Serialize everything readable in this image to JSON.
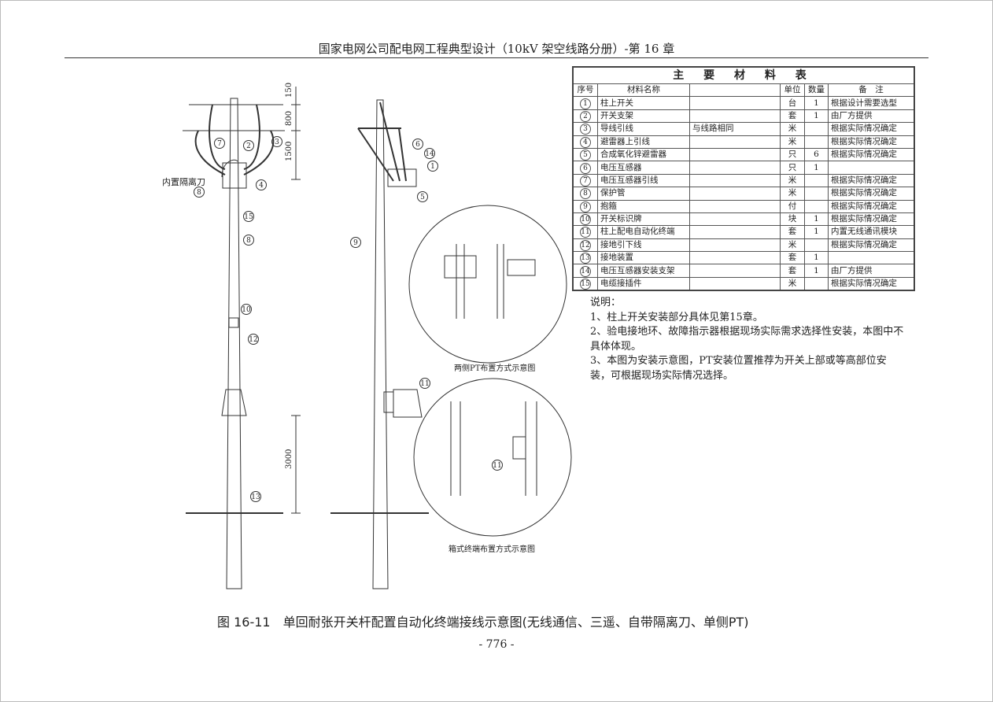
{
  "header": {
    "title": "国家电网公司配电网工程典型设计（10kV 架空线路分册）-第 16 章"
  },
  "table": {
    "title": "主 要 材 料 表",
    "columns": [
      "序号",
      "材料名称",
      "",
      "单位",
      "数量",
      "备　注"
    ],
    "rows": [
      {
        "no": "1",
        "name": "柱上开关",
        "spec": "",
        "unit": "台",
        "qty": "1",
        "remark": "根据设计需要选型"
      },
      {
        "no": "2",
        "name": "开关支架",
        "spec": "",
        "unit": "套",
        "qty": "1",
        "remark": "由厂方提供"
      },
      {
        "no": "3",
        "name": "导线引线",
        "spec": "与线路相同",
        "unit": "米",
        "qty": "",
        "remark": "根据实际情况确定"
      },
      {
        "no": "4",
        "name": "避雷器上引线",
        "spec": "",
        "unit": "米",
        "qty": "",
        "remark": "根据实际情况确定"
      },
      {
        "no": "5",
        "name": "合成氧化锌避雷器",
        "spec": "",
        "unit": "只",
        "qty": "6",
        "remark": "根据实际情况确定"
      },
      {
        "no": "6",
        "name": "电压互感器",
        "spec": "",
        "unit": "只",
        "qty": "1",
        "remark": ""
      },
      {
        "no": "7",
        "name": "电压互感器引线",
        "spec": "",
        "unit": "米",
        "qty": "",
        "remark": "根据实际情况确定"
      },
      {
        "no": "8",
        "name": "保护管",
        "spec": "",
        "unit": "米",
        "qty": "",
        "remark": "根据实际情况确定"
      },
      {
        "no": "9",
        "name": "抱箍",
        "spec": "",
        "unit": "付",
        "qty": "",
        "remark": "根据实际情况确定"
      },
      {
        "no": "10",
        "name": "开关标识牌",
        "spec": "",
        "unit": "块",
        "qty": "1",
        "remark": "根据实际情况确定"
      },
      {
        "no": "11",
        "name": "柱上配电自动化终端",
        "spec": "",
        "unit": "套",
        "qty": "1",
        "remark": "内置无线通讯模块"
      },
      {
        "no": "12",
        "name": "接地引下线",
        "spec": "",
        "unit": "米",
        "qty": "",
        "remark": "根据实际情况确定"
      },
      {
        "no": "13",
        "name": "接地装置",
        "spec": "",
        "unit": "套",
        "qty": "1",
        "remark": ""
      },
      {
        "no": "14",
        "name": "电压互感器安装支架",
        "spec": "",
        "unit": "套",
        "qty": "1",
        "remark": "由厂方提供"
      },
      {
        "no": "15",
        "name": "电缆接插件",
        "spec": "",
        "unit": "米",
        "qty": "",
        "remark": "根据实际情况确定"
      }
    ]
  },
  "notes": {
    "heading": "说明：",
    "items": [
      "1、柱上开关安装部分具体见第15章。",
      "2、验电接地环、故障指示器根据现场实际需求选择性安装，本图中不具体体现。",
      "3、本图为安装示意图，PT安装位置推荐为开关上部或等高部位安装，可根据现场实际情况选择。"
    ]
  },
  "drawing": {
    "isolator_label": "内置隔离刀",
    "dims": [
      "150",
      "800",
      "1500",
      "3000"
    ],
    "detail1_caption": "两侧PT布置方式示意图",
    "detail2_caption": "箱式终端布置方式示意图",
    "callouts": {
      "c1": "1",
      "c2": "2",
      "c3": "3",
      "c4": "4",
      "c5": "5",
      "c6": "6",
      "c7": "7",
      "c8": "8",
      "c8b": "8",
      "c9": "9",
      "c10": "10",
      "c11": "11",
      "c11b": "11",
      "c12": "12",
      "c13": "13",
      "c14": "14",
      "c15": "15"
    }
  },
  "caption": "图 16-11　单回耐张开关杆配置自动化终端接线示意图(无线通信、三遥、自带隔离刀、单侧PT)",
  "page_number": "- 776 -"
}
